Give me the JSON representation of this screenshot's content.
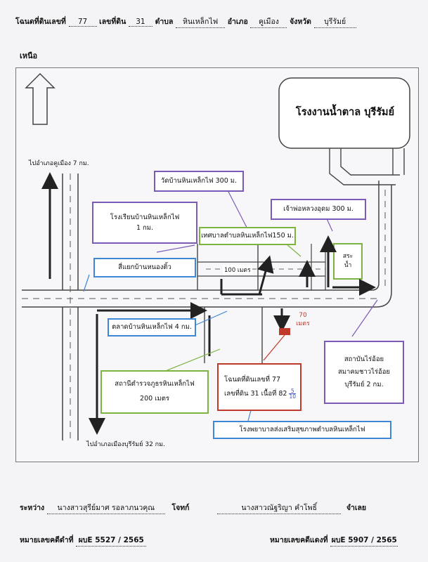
{
  "header": {
    "deed_label": "โฉนดที่ดินเลขที่",
    "deed_no": "77",
    "land_label": "เลขที่ดิน",
    "land_no": "31",
    "subdistrict_label": "ตำบล",
    "subdistrict": "หินเหล็กไฟ",
    "district_label": "อำเภอ",
    "district": "คูเมือง",
    "province_label": "จังหวัด",
    "province": "บุรีรัมย์"
  },
  "north_label": "เหนือ",
  "map": {
    "sugar_factory": "โรงงานน้ำตาล บุรีรัมย์",
    "to_khumueang": "ไปอำเภอคูเมือง 7 กม.",
    "temple": "วัดบ้านหินเหล็กไฟ 300 ม.",
    "school_line1": "โรงเรียนบ้านหินเหล็กไฟ",
    "school_line2": "1 กม.",
    "shrine": "เจ้าพ่อหลวงอุดม 300 ม.",
    "municipality": "เทศบาลตำบลหินเหล็กไฟ150 ม.",
    "pond_line1": "สระ",
    "pond_line2": "น้ำ",
    "junction": "สี่แยกบ้านหนองติ้ว",
    "road_100": "100 เมตร",
    "market": "ตลาดบ้านหินเหล็กไฟ 4 กม.",
    "plot_distance_line1": "70",
    "plot_distance_line2": "เมตร",
    "institute_line1": "สถาบันไร่อ้อย",
    "institute_line2": "สมาคมชาวไร่อ้อย",
    "institute_line3": "บุรีรัมย์ 2 กม.",
    "police_line1": "สถานีตำรวจภูธรหินเหล็กไฟ",
    "police_line2": "200 เมตร",
    "deed_box_line1": "โฉนดที่ดินเลขที่ 77",
    "deed_box_line2": "เลขที่ดิน 31 เนื้อที่ 82",
    "deed_box_fraction_num": "5",
    "deed_box_fraction_den": "10",
    "hospital": "โรงพยาบาลส่งเสริมสุขภาพตำบลหินเหล็กไฟ",
    "to_buriram": "ไปอำเภอเมืองบุรีรัมย์ 32 กม."
  },
  "footer": {
    "between_label": "ระหว่าง",
    "plaintiff": "นางสาวสุรีย์มาศ  รอลาภนวคุณ",
    "plaintiff_role": "โจทก์",
    "defendant": "นางสาวณัฐริญา   คำโพธิ์",
    "defendant_role": "จำเลย",
    "black_case_label": "หมายเลขคดีดำที่",
    "black_case_no": "ผบE 5527 / 2565",
    "red_case_label": "หมายเลขคดีแดงที่",
    "red_case_no": "ผบE 5907 / 2565"
  },
  "colors": {
    "purple": "#7b5ab8",
    "blue": "#3f86d6",
    "green": "#7cb342",
    "red": "#c0392b",
    "dark": "#222222"
  }
}
